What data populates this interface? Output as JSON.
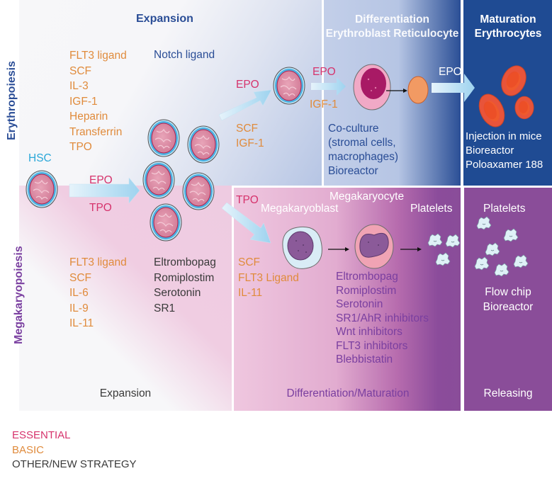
{
  "rows": {
    "erythropoiesis_label": "Erythropoiesis",
    "megakaryopoiesis_label": "Megakaryopoiesis"
  },
  "top": {
    "expansion_heading": "Expansion",
    "differentiation_heading": "Differentiation",
    "differentiation_subheading": "Erythroblast Reticulocyte",
    "maturation_heading": "Maturation",
    "maturation_subheading": "Erythrocytes",
    "basic_factors": [
      "FLT3 ligand",
      "SCF",
      "IL-3",
      "IGF-1",
      "Heparin",
      "Transferrin",
      "TPO"
    ],
    "other_factors": [
      "Notch ligand"
    ],
    "hsc_label": "HSC",
    "hsc_arrow_top": "EPO",
    "hsc_arrow_bottom": "TPO",
    "ery_arrow_label": "EPO",
    "ery_basic": [
      "SCF",
      "IGF-1"
    ],
    "diff_arrow_top": "EPO",
    "diff_arrow_bottom": "IGF-1",
    "mat_arrow_label": "EPO",
    "diff_methods": [
      "Co-culture",
      "(stromal cells,",
      "macrophages)",
      "Bioreactor"
    ],
    "mat_methods": [
      "Injection in mice",
      "Bioreactor",
      "Poloaxamer 188"
    ]
  },
  "bottom": {
    "mk_arrow_label": "TPO",
    "megakaryocyte_label": "Megakaryocyte",
    "megakaryoblast_label": "Megakaryoblast",
    "platelets_label": "Platelets",
    "releasing_platelets_label": "Platelets",
    "basic_factors": [
      "FLT3 ligand",
      "SCF",
      "IL-6",
      "IL-9",
      "IL-11"
    ],
    "other_factors": [
      "Eltrombopag",
      "Romiplostim",
      "Serotonin",
      "SR1"
    ],
    "diff_basic": [
      "SCF",
      "FLT3 Ligand",
      "IL-11"
    ],
    "diff_other": [
      "Eltrombopag",
      "Romiplostim",
      "Serotonin",
      "SR1/AhR inhibitors",
      "Wnt inhibitors",
      "FLT3 inhibitors",
      "Blebbistatin"
    ],
    "release_methods": [
      "Flow chip",
      "Bioreactor"
    ],
    "expansion_footer": "Expansion",
    "diff_footer": "Differentiation/Maturation",
    "release_footer": "Releasing"
  },
  "legend": {
    "essential": "ESSENTIAL",
    "basic": "BASIC",
    "other": "OTHER/NEW STRATEGY"
  },
  "colors": {
    "essential": "#d6336c",
    "basic": "#e08b3c",
    "other": "#3a3a3a",
    "erythro_dark": "#1f4b93",
    "mega_purple": "#8a4d99"
  }
}
